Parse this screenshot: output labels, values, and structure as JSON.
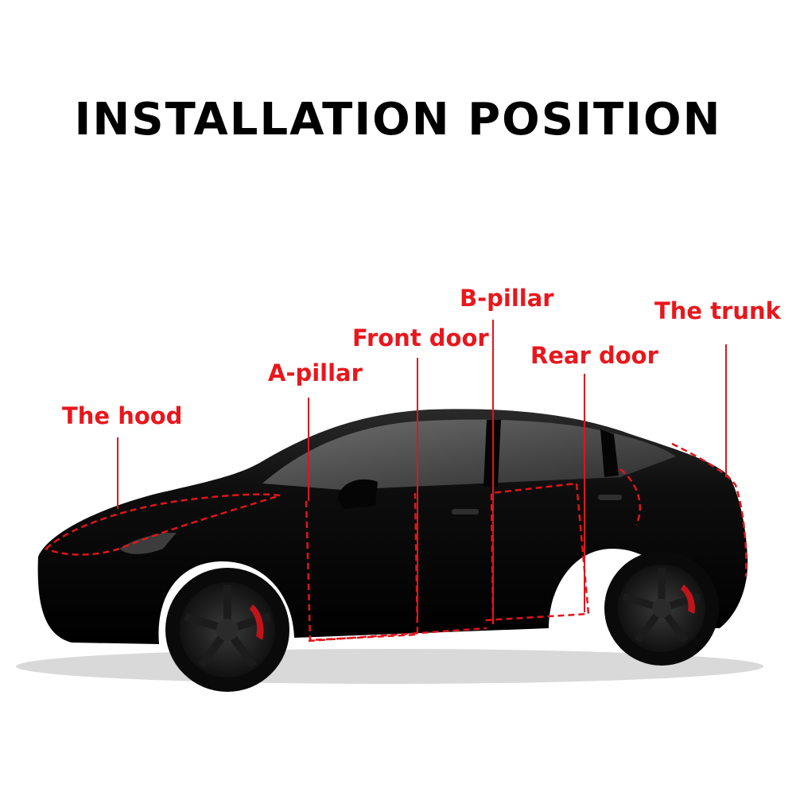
{
  "title": "INSTALLATION POSITION",
  "colors": {
    "label": "#e8171c",
    "marker": "#e0151b",
    "car_body": "#0a0a0a",
    "background": "#ffffff"
  },
  "labels": {
    "hood": "The hood",
    "a_pillar": "A-pillar",
    "front_door": "Front door",
    "b_pillar": "B-pillar",
    "rear_door": "Rear door",
    "trunk": "The trunk"
  }
}
